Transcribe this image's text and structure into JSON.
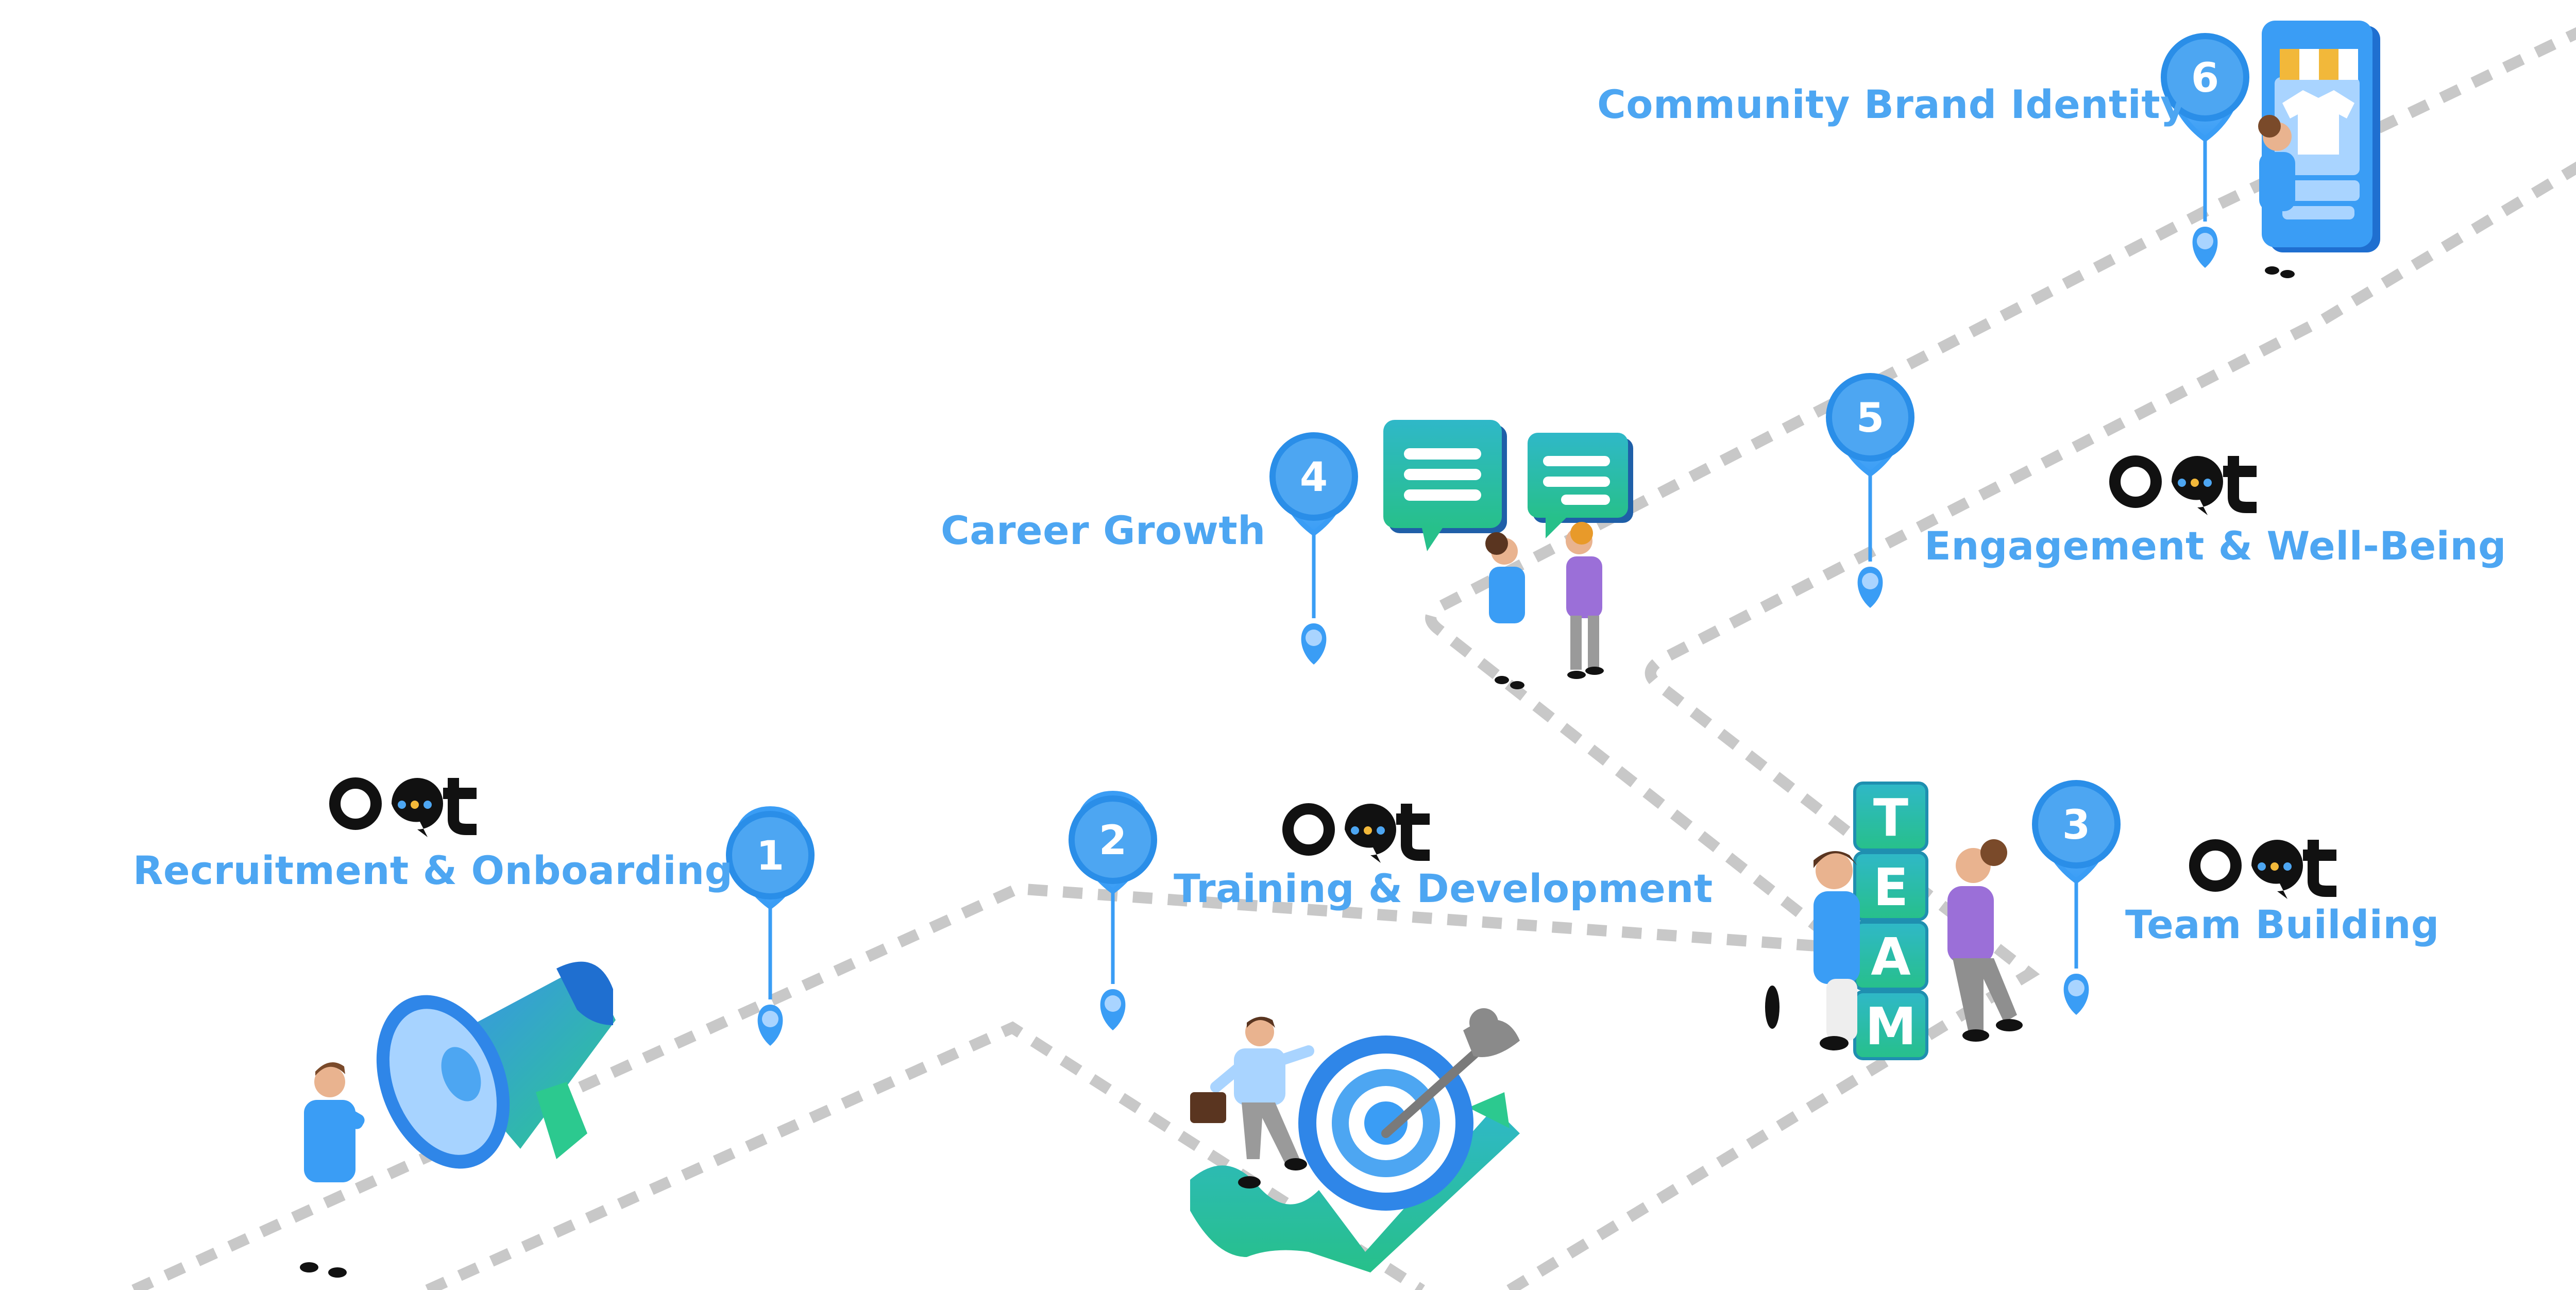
{
  "brand": {
    "logo_text": "O t",
    "colors": {
      "primary": "#4da6f2",
      "pin": "#3a9df5",
      "pin_dark": "#1f86e0",
      "road": "#c8c8c8",
      "ink": "#111111"
    }
  },
  "milestones": [
    {
      "number": "1",
      "label": "Recruitment & Onboarding",
      "icon": "megaphone-icon"
    },
    {
      "number": "2",
      "label": "Training & Development",
      "icon": "target-icon"
    },
    {
      "number": "3",
      "label": "Team Building",
      "icon": "team-blocks-icon"
    },
    {
      "number": "4",
      "label": "Career Growth",
      "icon": "chat-bubbles-icon"
    },
    {
      "number": "5",
      "label": "Engagement & Well-Being",
      "icon": "brand-logo-icon"
    },
    {
      "number": "6",
      "label": "Community Brand Identity",
      "icon": "storefront-phone-icon"
    }
  ],
  "team_letters": [
    "T",
    "E",
    "A",
    "M"
  ]
}
